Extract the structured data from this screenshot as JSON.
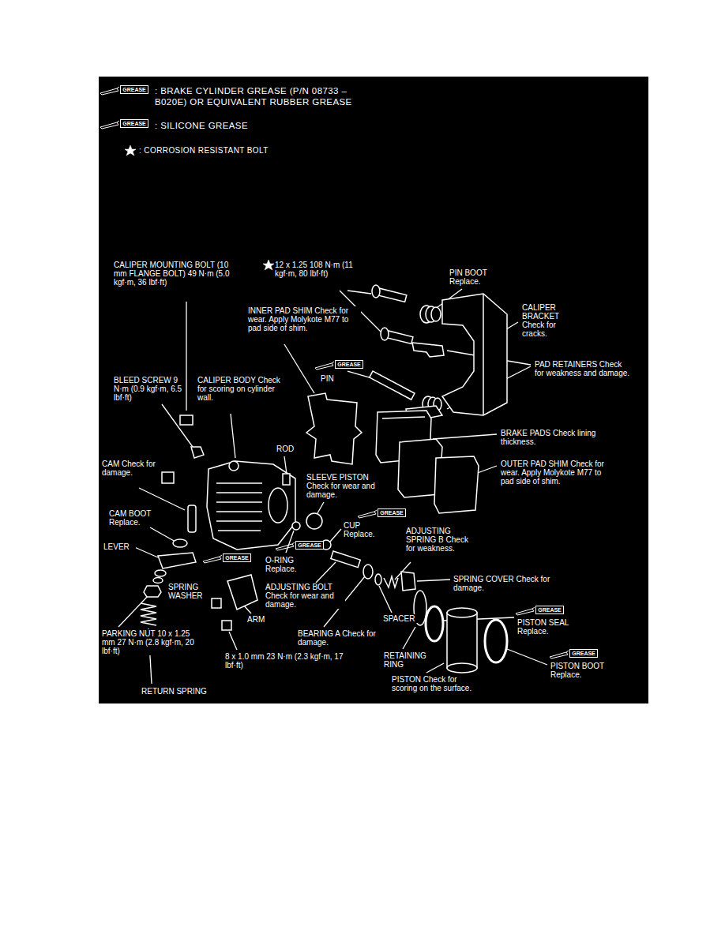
{
  "diagram": {
    "labels": [
      "GREASE",
      "GREASE",
      "CALIPER MOUNTING BOLT (10 mm FLANGE BOLT) 49 N·m (5.0 kgf·m, 36 lbf·ft)",
      "12 x 1.25 108 N·m (11 kgf·m, 80 lbf·ft)",
      "PIN BOOT Replace.",
      "CALIPER BRACKET Check for cracks.",
      "INNER PAD SHIM Check for wear. Apply Molykote M77 to pad side of shim.",
      "PAD RETAINERS Check for weakness and damage.",
      "GREASE",
      "PIN",
      "BLEED SCREW 9 N·m (0.9 kgf·m, 6.5 lbf·ft)",
      "CALIPER BODY Check for scoring on cylinder wall.",
      "BRAKE PADS Check lining thickness.",
      "ROD",
      "CAM Check for damage.",
      "OUTER PAD SHIM Check for wear. Apply Molykote M77 to pad side of shim.",
      "SLEEVE PISTON Check for wear and damage.",
      "GREASE",
      "CUP Replace.",
      "CAM BOOT Replace.",
      "ADJUSTING SPRING B Check for weakness.",
      "LEVER",
      "GREASE",
      "SPRING COVER Check for damage.",
      "GREASE",
      "O-RING Replace.",
      "ADJUSTING BOLT Check for wear and damage.",
      "GREASE",
      "PISTON SEAL Replace.",
      "SPRING WASHER",
      "PARKING NUT 10 x 1.25 mm 27 N·m (2.8 kgf·m, 20 lbf·ft)",
      "BEARING A Check for damage.",
      "ARM",
      "SPACER",
      "RETAINING RING",
      "GREASE",
      "PISTON BOOT Replace.",
      "8 x 1.0 mm 23 N·m (2.3 kgf·m, 17 lbf·ft)",
      "PISTON Check for scoring on the surface.",
      "RETURN SPRING"
    ],
    "legend": [
      {
        "text": ": BRAKE CYLINDER GREASE (P/N 08733 – B020E) OR EQUIVALENT RUBBER GREASE"
      },
      {
        "text": ": SILICONE GREASE"
      },
      {
        "text": ": CORROSION RESISTANT BOLT"
      }
    ]
  }
}
